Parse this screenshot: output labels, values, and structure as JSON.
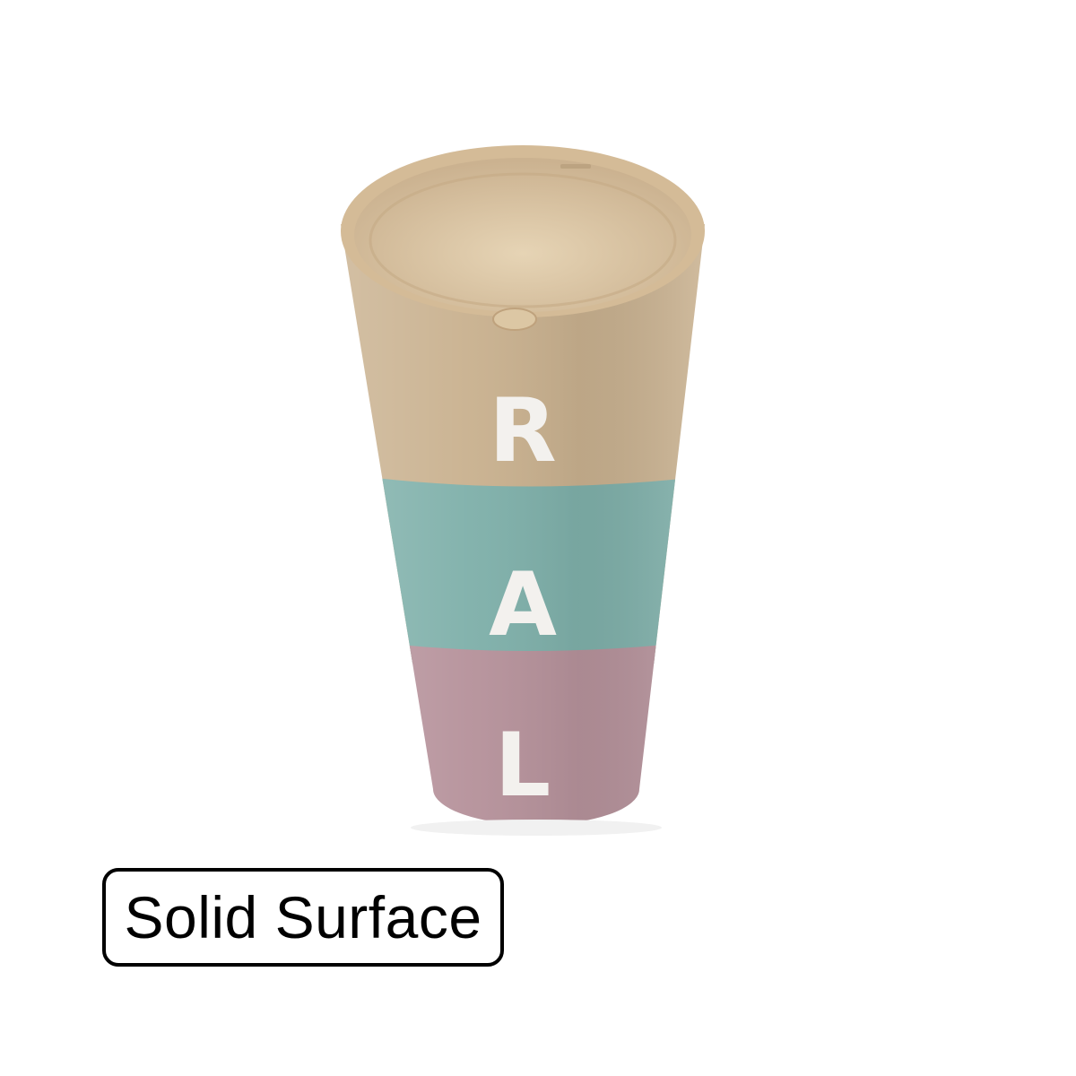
{
  "product": {
    "letters": [
      "R",
      "A",
      "L"
    ],
    "band_colors": {
      "top": "#c9b18f",
      "middle": "#7fb0aa",
      "bottom": "#b6929b"
    },
    "bowl_interior_color": "#e0ccab"
  },
  "badge": {
    "label": "Solid Surface"
  }
}
